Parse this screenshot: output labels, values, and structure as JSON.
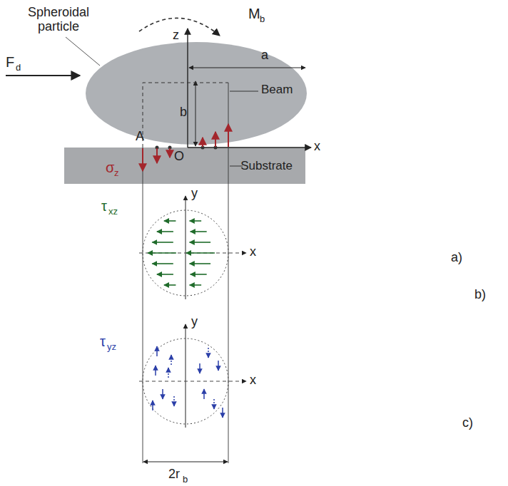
{
  "diagram": {
    "nodes": [
      {
        "text": [
          "Substrate"
        ]
      }
    ],
    "labels": [
      "Spheroidal particle",
      "M",
      "b",
      "F",
      "d",
      "z",
      "a",
      "b",
      "Beam",
      "A",
      "O",
      "x",
      "σ",
      "z",
      "y",
      "x",
      "τ",
      "xz",
      "y",
      "x",
      "τ",
      "yz",
      "2r",
      "b",
      "a)",
      "b)",
      "c)"
    ]
  }
}
